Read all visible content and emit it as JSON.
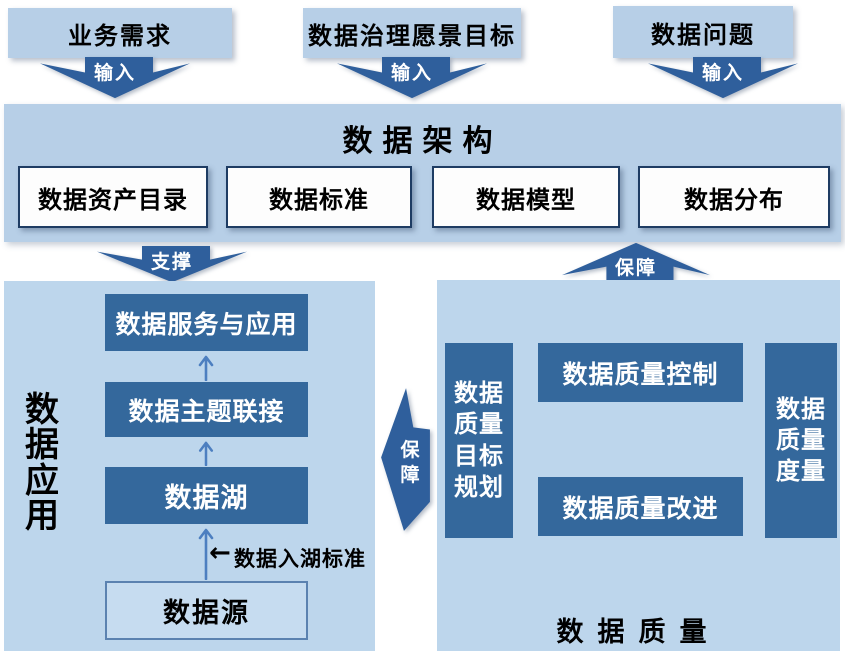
{
  "colors": {
    "light_blue": "#b7cfe7",
    "panel_blue": "#bdd6ec",
    "dark_arrow": "#2f5f9c",
    "dark_box": "#34689c",
    "white_box_border": "#1e3c63",
    "connector": "#4d7fc0",
    "source_border": "#5b82b0",
    "source_fill": "#c6dcf0"
  },
  "inputs": [
    {
      "label": "业务需求",
      "arrow_label": "输入"
    },
    {
      "label": "数据治理愿景目标",
      "arrow_label": "输入"
    },
    {
      "label": "数据问题",
      "arrow_label": "输入"
    }
  ],
  "architecture": {
    "title": "数据架构",
    "items": [
      {
        "label": "数据资产目录"
      },
      {
        "label": "数据标准"
      },
      {
        "label": "数据模型"
      },
      {
        "label": "数据分布"
      }
    ]
  },
  "support_arrow": {
    "label": "支撑"
  },
  "assure_arrow_up": {
    "label": "保障"
  },
  "assure_arrow_left": {
    "label": "保障"
  },
  "application": {
    "title": "数据应用",
    "layers": [
      {
        "label": "数据服务与应用"
      },
      {
        "label": "数据主题联接"
      },
      {
        "label": "数据湖"
      }
    ],
    "source_label": "数据源",
    "lake_standard_label": "数据入湖标准",
    "lake_standard_arrow": "←"
  },
  "quality": {
    "title": "数据质量",
    "goal_box": "数据质量目标规划",
    "control_box": "数据质量控制",
    "improve_box": "数据质量改进",
    "measure_box": "数据质量度量"
  }
}
